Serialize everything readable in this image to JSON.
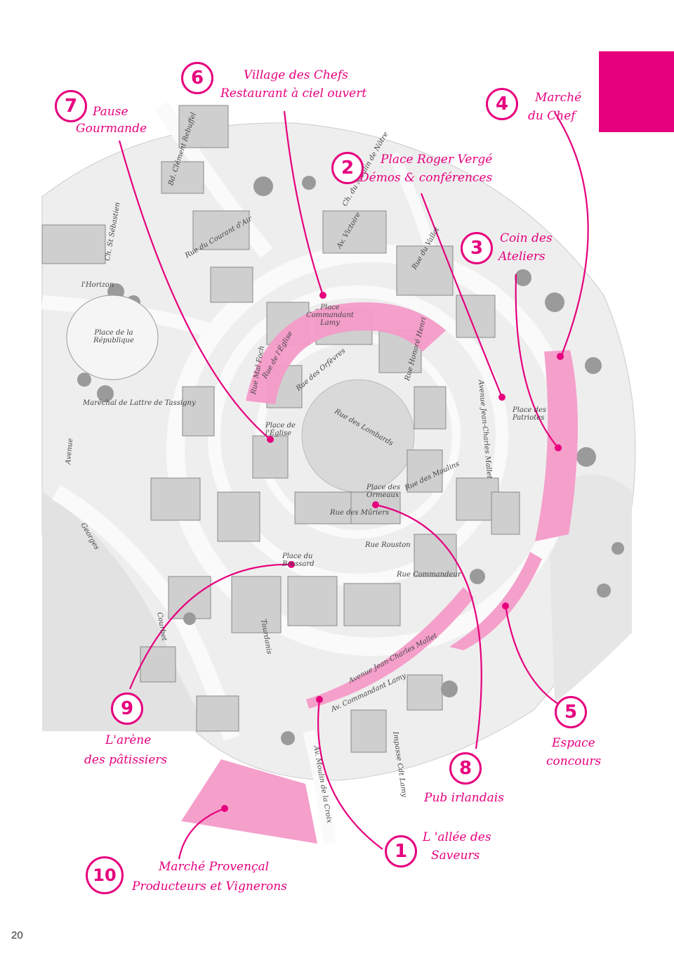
{
  "page_number": "20",
  "colors": {
    "accent": "#e6007e",
    "zone": "#f49ac8",
    "map_ink": "#555555"
  },
  "zones": [
    {
      "number": "1",
      "lines": [
        "L 'allée des",
        "Saveurs"
      ]
    },
    {
      "number": "2",
      "lines": [
        "Place Roger Vergé",
        "Démos & conférences"
      ]
    },
    {
      "number": "3",
      "lines": [
        "Coin des",
        "Ateliers"
      ]
    },
    {
      "number": "4",
      "lines": [
        "Marché",
        "du Chef"
      ]
    },
    {
      "number": "5",
      "lines": [
        "Espace",
        "concours"
      ]
    },
    {
      "number": "6",
      "lines": [
        "Village des Chefs",
        "Restaurant à ciel ouvert"
      ]
    },
    {
      "number": "7",
      "lines": [
        "Pause",
        "Gourmande"
      ]
    },
    {
      "number": "8",
      "lines": [
        "Pub irlandais"
      ]
    },
    {
      "number": "9",
      "lines": [
        "L'arène",
        "des pâtissiers"
      ]
    },
    {
      "number": "10",
      "lines": [
        "Marché Provençal",
        "Producteurs et Vignerons"
      ]
    }
  ],
  "street_names": {
    "s1": "Bd. Clément Rebuffel",
    "s2": "Ch. St Sébastien",
    "s3": "l'Horizon",
    "s4": "Place de la République",
    "s5": "Maréchal de Lattre de Tassigny",
    "s6": "Avenue",
    "s7": "Rue du Courant d'Air",
    "s8": "Av. Victoire",
    "s9": "Ch. du Moulin de Nôtre",
    "s10": "Rue du Vallat",
    "s11": "Place Commandant Lamy",
    "s12": "Rue Mal Foch",
    "s13": "Rue de l'Église",
    "s14": "Place de l'Église",
    "s15": "Rue des Orfèvres",
    "s16": "Rue des Lombards",
    "s17": "Rue Honoré Henri",
    "s18": "Avenue Jean-Charles Mallet",
    "s19": "Place des Patriotes",
    "s20": "Rue des Mûriers",
    "s21": "Place des Ormeaux",
    "s22": "Rue des Moulins",
    "s23": "Rue Commandeur",
    "s24": "Place du Brossard",
    "s25": "Avenue Jean-Charles Mallet",
    "s26": "Av. Commandant Lamy",
    "s27": "Impasse Cdt Lamy",
    "s28": "Av. Moulin de la Croix",
    "s29": "Georges",
    "s30": "Courbet",
    "s31": "Tourdanis",
    "s32": "Rue Rouston"
  }
}
